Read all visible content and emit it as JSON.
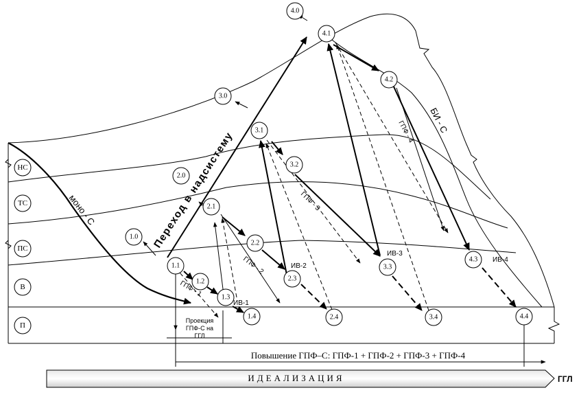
{
  "levels": [
    "НС",
    "ТС",
    "ПС",
    "В",
    "П"
  ],
  "nodes": [
    "4.0",
    "4.1",
    "4.2",
    "3.0",
    "3.1",
    "3.2",
    "3.3",
    "3.4",
    "4.3",
    "4.4",
    "2.0",
    "2.1",
    "2.2",
    "2.3",
    "2.4",
    "1.0",
    "1.1",
    "1.2",
    "1.3",
    "1.4"
  ],
  "labels": {
    "transition": "Переход в надсистему",
    "mono": "моно - С",
    "bi": "БИ - С",
    "gpf1": "ГПФ - 1",
    "gpf2": "ГПФ - 2",
    "gpf3": "ГПФ - 3",
    "gpf4": "ГПФ - 4",
    "iv1": "ИВ-1",
    "iv2": "ИВ-2",
    "iv3": "ИВ-3",
    "iv4": "ИВ-4",
    "projection_line1": "Проекция",
    "projection_line2": "ГПФ-С на",
    "projection_line3": "ГГЛ",
    "increase": "Повышение ГПФ–С: ГПФ-1 + ГПФ-2 + ГПФ-3 + ГПФ-4",
    "idealization": "ИДЕАЛИЗАЦИЯ",
    "ggl": "ГГЛ"
  }
}
